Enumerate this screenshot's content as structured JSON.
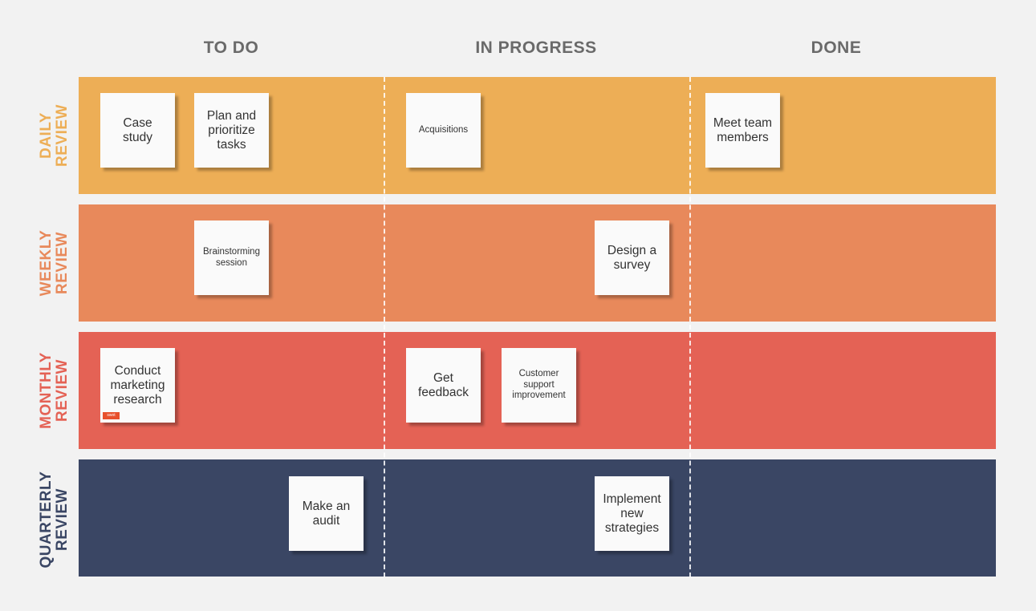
{
  "columns": {
    "todo": "TO DO",
    "in_progress": "IN PROGRESS",
    "done": "DONE"
  },
  "lanes": {
    "daily": {
      "label": "DAILY\nREVIEW",
      "color": "#edae56",
      "label_color": "#edae56"
    },
    "weekly": {
      "label": "WEEKLY\nREVIEW",
      "color": "#e8895b",
      "label_color": "#e8895b"
    },
    "monthly": {
      "label": "MONTHLY\nREVIEW",
      "color": "#e46255",
      "label_color": "#e46255"
    },
    "quarterly": {
      "label": "QUARTERLY\nREVIEW",
      "color": "#3a4664",
      "label_color": "#3a4664"
    }
  },
  "notes": {
    "case_study": "Case\nstudy",
    "plan_tasks": "Plan and\nprioritize\ntasks",
    "acquisitions": "Acquisitions",
    "meet_team": "Meet team\nmembers",
    "brainstorming": "Brainstorming\nsession",
    "design_survey": "Design a\nsurvey",
    "conduct_research": "Conduct\nmarketing\nresearch",
    "get_feedback": "Get\nfeedback",
    "customer_support": "Customer\nsupport\nimprovement",
    "make_audit": "Make an\naudit",
    "implement": "Implement\nnew\nstrategies"
  },
  "tag_label": "swot"
}
